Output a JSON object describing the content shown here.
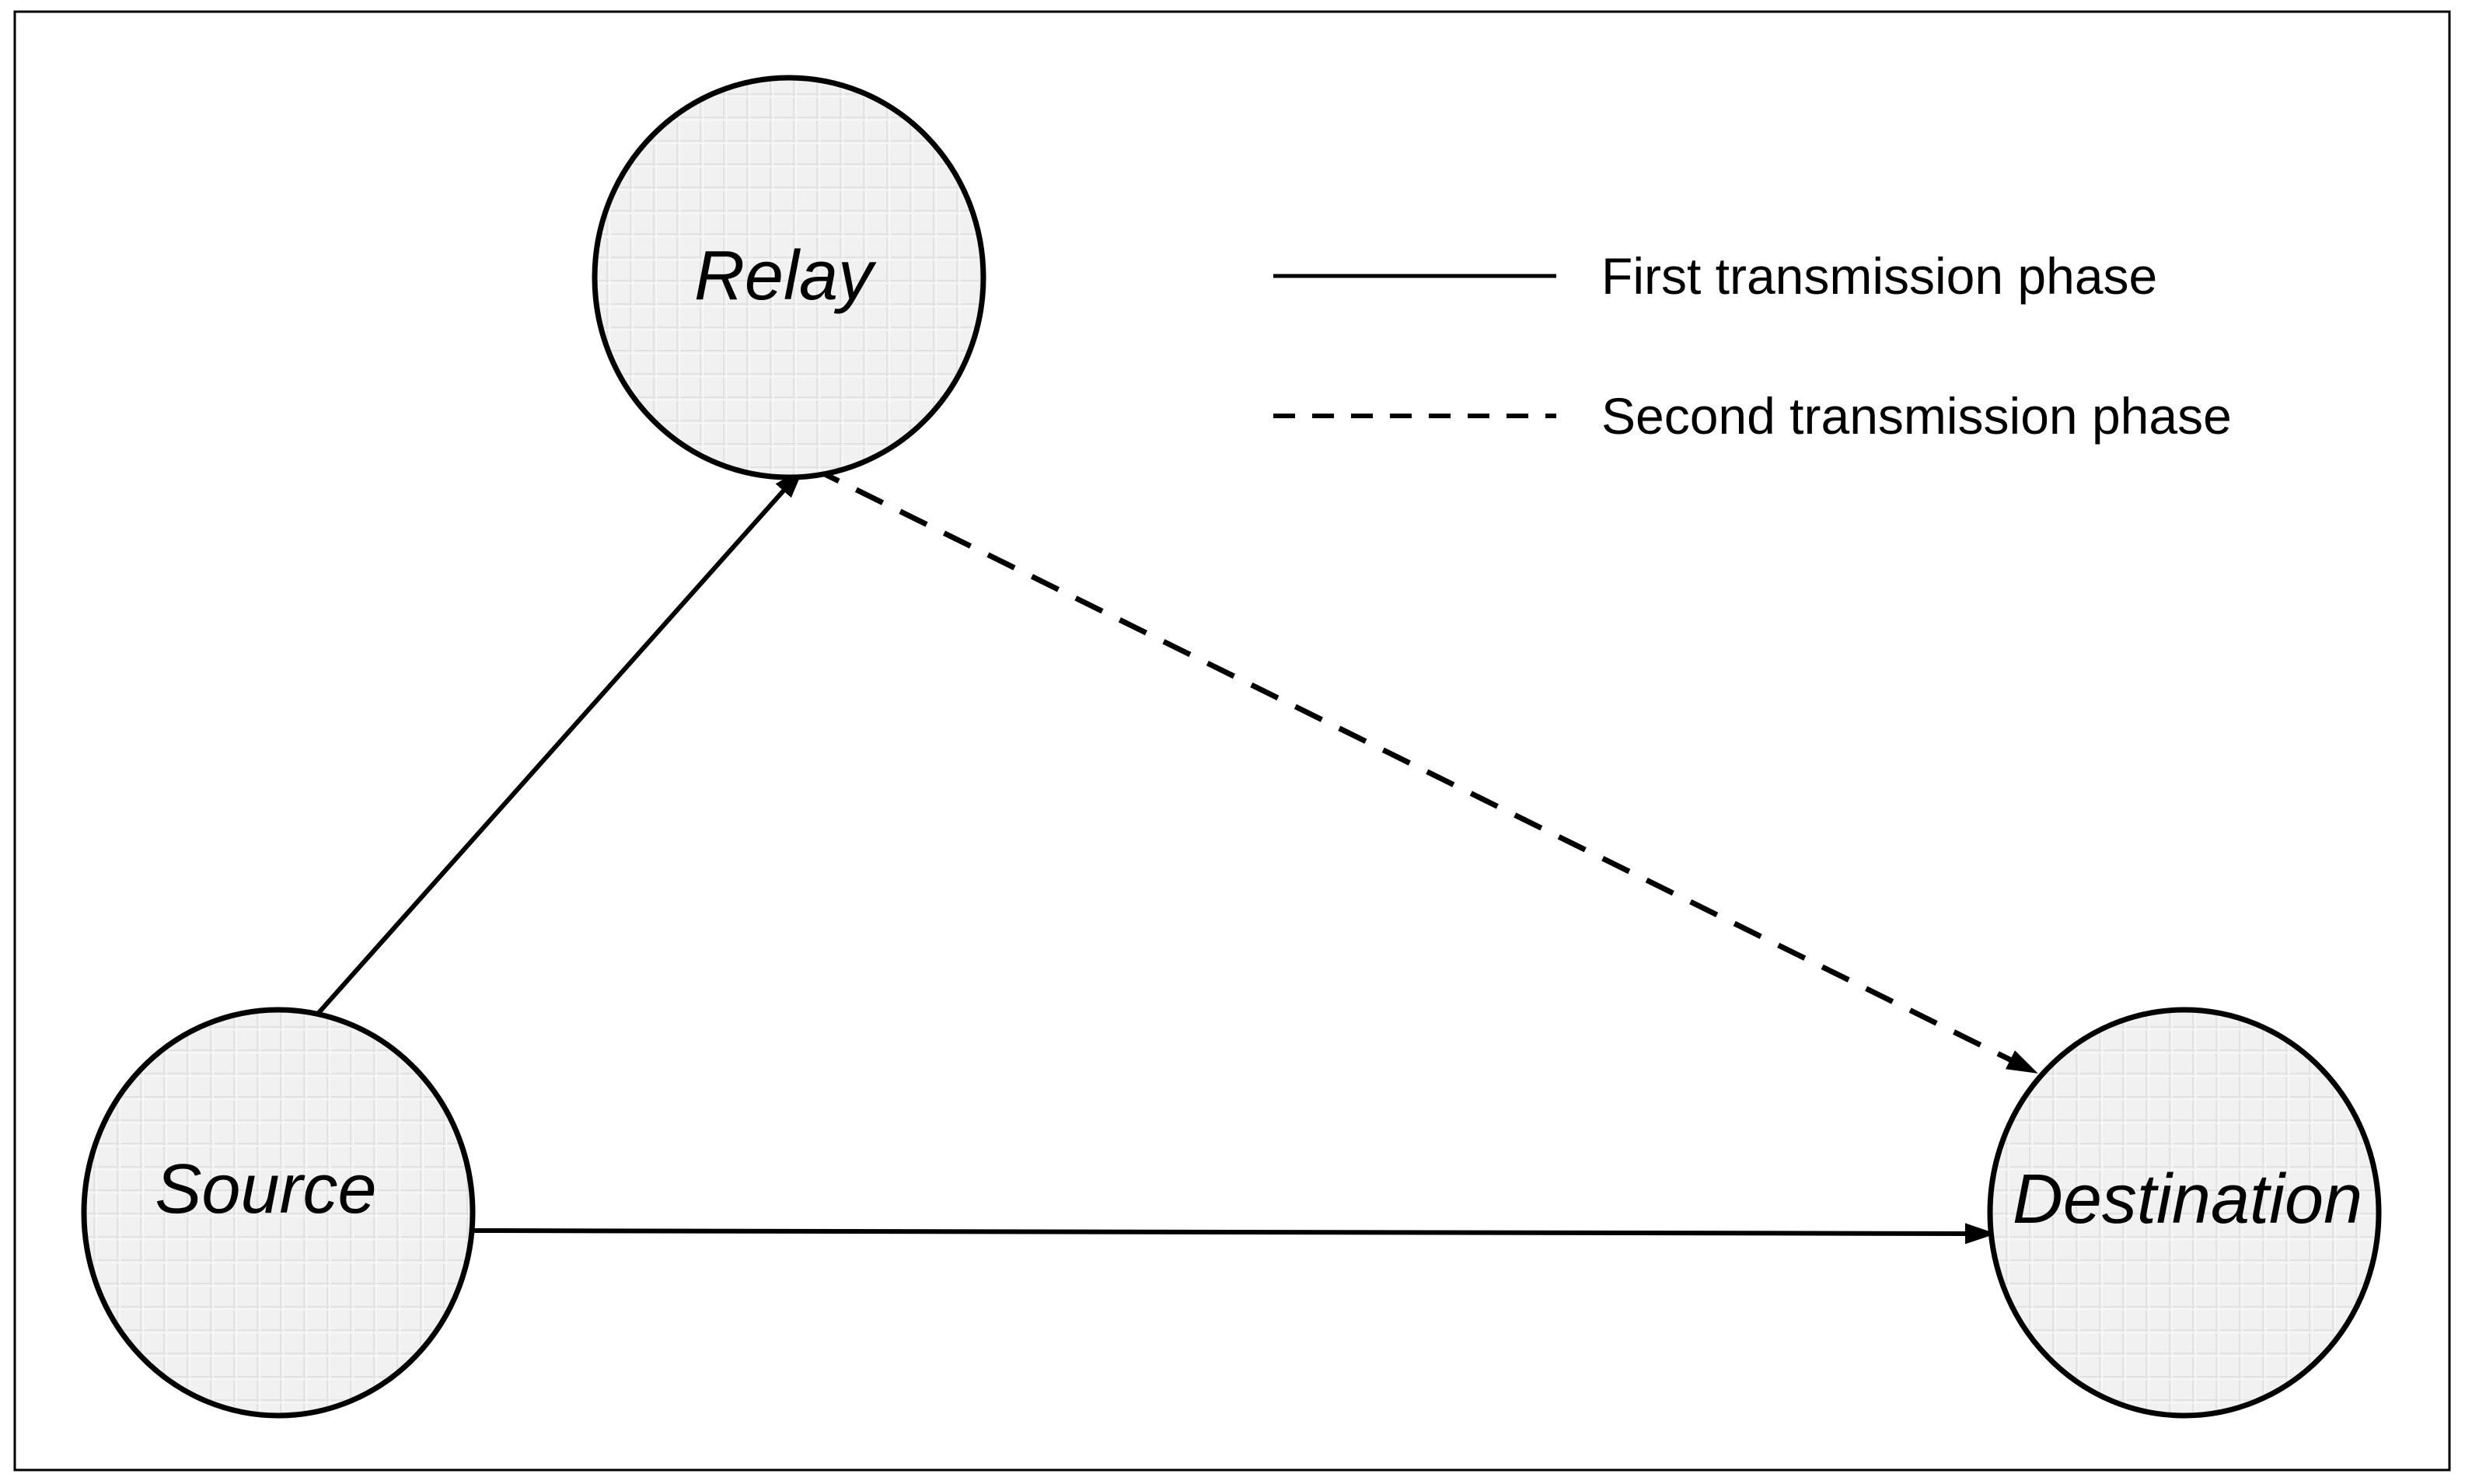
{
  "diagram": {
    "nodes": {
      "relay": {
        "label": "Relay"
      },
      "source": {
        "label": "Source"
      },
      "destination": {
        "label": "Destination"
      }
    },
    "edges": [
      {
        "from": "Source",
        "to": "Relay",
        "style": "solid",
        "phase": "First transmission phase"
      },
      {
        "from": "Source",
        "to": "Destination",
        "style": "solid",
        "phase": "First transmission phase"
      },
      {
        "from": "Relay",
        "to": "Destination",
        "style": "dashed",
        "phase": "Second transmission phase"
      }
    ],
    "legend": {
      "items": [
        {
          "line_style": "solid",
          "label": "First transmission phase"
        },
        {
          "line_style": "dashed",
          "label": "Second transmission phase"
        }
      ]
    },
    "colors": {
      "background": "#ffffff",
      "stroke": "#000000",
      "node_fill": "#f1f1f1",
      "node_grid_line": "#e2e2e2",
      "node_grid_highlight": "#f8f8f8"
    }
  }
}
